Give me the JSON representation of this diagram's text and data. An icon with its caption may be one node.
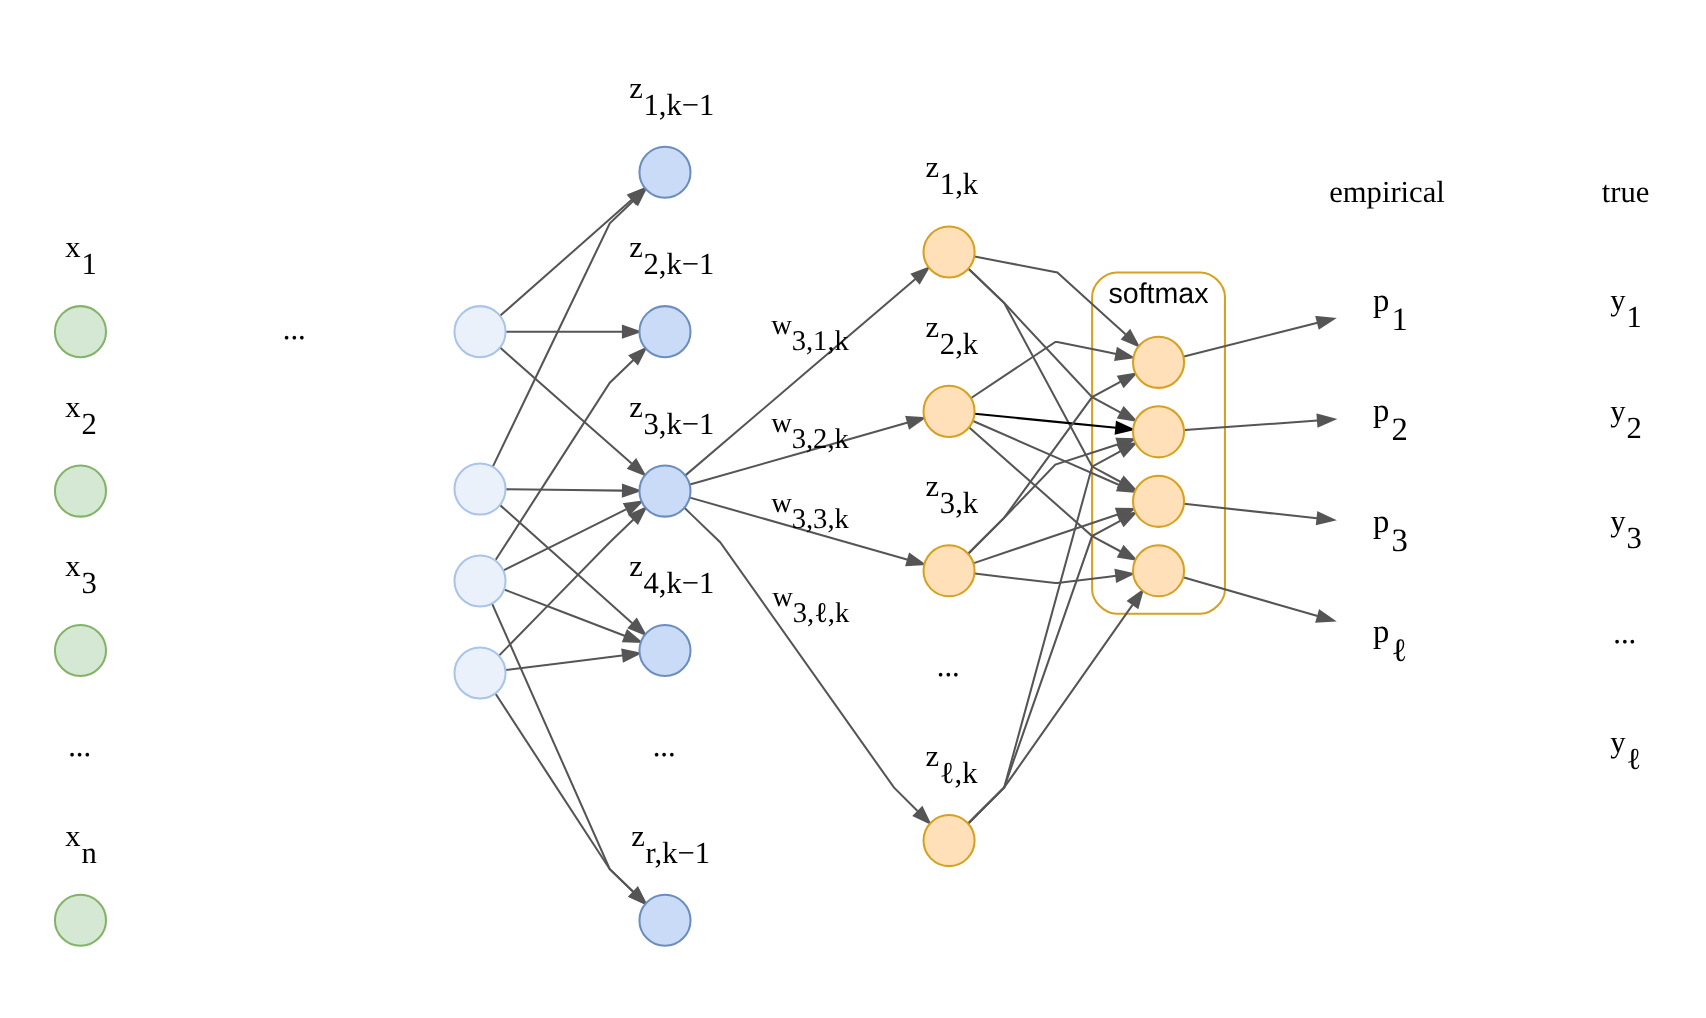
{
  "diagram": {
    "nodes": [
      {
        "text": [],
        "shape": "circle",
        "beside": [
          "x$_{1}$"
        ]
      },
      {
        "text": [],
        "shape": "circle",
        "beside": [
          "x$_{2}$"
        ]
      },
      {
        "text": [],
        "shape": "circle",
        "beside": [
          "x$_{3}$"
        ]
      },
      {
        "text": [],
        "shape": "circle",
        "beside": [
          "x$_{n}$"
        ]
      },
      {
        "text": [],
        "shape": "circle"
      },
      {
        "text": [],
        "shape": "circle"
      },
      {
        "text": [],
        "shape": "circle"
      },
      {
        "text": [],
        "shape": "circle"
      },
      {
        "text": [],
        "shape": "circle",
        "beside": [
          "z$_{1,k−1}$"
        ]
      },
      {
        "text": [],
        "shape": "circle",
        "beside": [
          "z$_{2,k−1}$"
        ]
      },
      {
        "text": [],
        "shape": "circle",
        "beside": [
          "z$_{3,k−1}$"
        ]
      },
      {
        "text": [],
        "shape": "circle",
        "beside": [
          "z$_{4,k−1}$"
        ]
      },
      {
        "text": [],
        "shape": "circle",
        "beside": [
          "z$_{r,k−1}$"
        ]
      },
      {
        "text": [],
        "shape": "circle",
        "beside": [
          "z$_{1,k}$"
        ]
      },
      {
        "text": [],
        "shape": "circle",
        "beside": [
          "z$_{2,k}$"
        ]
      },
      {
        "text": [],
        "shape": "circle",
        "beside": [
          "z$_{3,k}$"
        ]
      },
      {
        "text": [],
        "shape": "circle",
        "beside": [
          "z$_{ℓ,k}$"
        ]
      },
      {
        "text": [
          "softmax"
        ]
      },
      {
        "text": [],
        "shape": "circle",
        "in": 17
      },
      {
        "text": [],
        "shape": "circle",
        "in": 17
      },
      {
        "text": [],
        "shape": "circle",
        "in": 17
      },
      {
        "text": [],
        "shape": "circle",
        "in": 17
      },
      {
        "text": [
          "p$_{1}$"
        ]
      },
      {
        "text": [
          "p$_{2}$"
        ]
      },
      {
        "text": [
          "p$_{3}$"
        ]
      },
      {
        "text": [
          "p$_{ℓ}$"
        ]
      }
    ],
    "edges": [
      {
        "from": 4,
        "to": 8,
        "arrow": "to"
      },
      {
        "from": 4,
        "to": 9,
        "arrow": "to"
      },
      {
        "from": 4,
        "to": 10,
        "arrow": "to"
      },
      {
        "from": 5,
        "to": 8,
        "arrow": "to"
      },
      {
        "from": 5,
        "to": 10,
        "arrow": "to"
      },
      {
        "from": 5,
        "to": 11,
        "arrow": "to"
      },
      {
        "from": 6,
        "to": 9,
        "arrow": "to"
      },
      {
        "from": 6,
        "to": 10,
        "arrow": "to"
      },
      {
        "from": 6,
        "to": 11,
        "arrow": "to"
      },
      {
        "from": 6,
        "to": 12,
        "arrow": "to"
      },
      {
        "from": 7,
        "to": 10,
        "arrow": "to"
      },
      {
        "from": 7,
        "to": 11,
        "arrow": "to"
      },
      {
        "from": 7,
        "to": 12,
        "arrow": "to"
      },
      {
        "from": 10,
        "to": 13,
        "arrow": "to",
        "label": "w$_{3,1,k}$"
      },
      {
        "from": 10,
        "to": 14,
        "arrow": "to",
        "label": "w$_{3,2,k}$"
      },
      {
        "from": 10,
        "to": 15,
        "arrow": "to",
        "label": "w$_{3,3,k}$"
      },
      {
        "from": 10,
        "to": 16,
        "arrow": "to",
        "label": "w$_{3,ℓ,k}$"
      },
      {
        "from": 13,
        "to": 18,
        "arrow": "to"
      },
      {
        "from": 13,
        "to": 19,
        "arrow": "to"
      },
      {
        "from": 13,
        "to": 20,
        "arrow": "to"
      },
      {
        "from": 14,
        "to": 18,
        "arrow": "to"
      },
      {
        "from": 14,
        "to": 19,
        "arrow": "to",
        "color": "#000000"
      },
      {
        "from": 14,
        "to": 20,
        "arrow": "to"
      },
      {
        "from": 14,
        "to": 21,
        "arrow": "to"
      },
      {
        "from": 15,
        "to": 18,
        "arrow": "to"
      },
      {
        "from": 15,
        "to": 19,
        "arrow": "to"
      },
      {
        "from": 15,
        "to": 20,
        "arrow": "to"
      },
      {
        "from": 15,
        "to": 21,
        "arrow": "to"
      },
      {
        "from": 16,
        "to": 19,
        "arrow": "to"
      },
      {
        "from": 16,
        "to": 20,
        "arrow": "to"
      },
      {
        "from": 16,
        "to": 21,
        "arrow": "to"
      },
      {
        "from": 18,
        "to": 22,
        "arrow": "to"
      },
      {
        "from": 19,
        "to": 23,
        "arrow": "to"
      },
      {
        "from": 20,
        "to": 24,
        "arrow": "to"
      },
      {
        "from": 21,
        "to": 25,
        "arrow": "to"
      }
    ],
    "labels": [
      "empirical",
      "true",
      "y$_{1}$",
      "y$_{2}$",
      "y$_{3}$",
      "...",
      "...",
      "...",
      "...",
      "...",
      "y$_{ℓ}$"
    ]
  }
}
